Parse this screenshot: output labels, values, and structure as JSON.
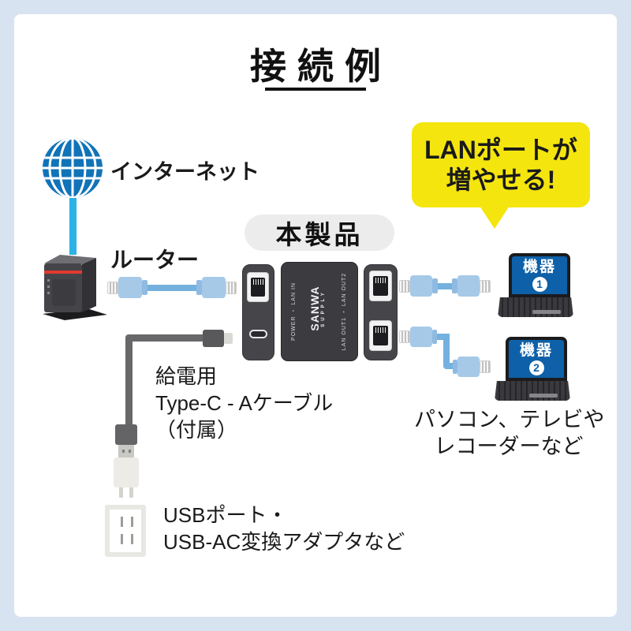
{
  "title": {
    "text": "接続例"
  },
  "internet": {
    "label": "インターネット"
  },
  "router": {
    "label": "ルーター"
  },
  "product": {
    "badge": "本製品"
  },
  "callout": {
    "line1": "LANポートが",
    "line2": "増やせる!"
  },
  "device_top": {
    "left_ports_label": "POWER ・ LAN IN",
    "logo_line1": "SANWA",
    "logo_line2": "SUPPLY",
    "right_ports_label": "LAN OUT1 ・ LAN OUT2"
  },
  "laptops": [
    {
      "label": "機器",
      "number": "1"
    },
    {
      "label": "機器",
      "number": "2"
    }
  ],
  "right_caption": {
    "line1": "パソコン、テレビや",
    "line2": "レコーダーなど"
  },
  "power_cable_caption": {
    "line1": "給電用",
    "line2": "Type-C - Aケーブル",
    "line3": "（付属）"
  },
  "outlet_caption": {
    "line1": "USBポート・",
    "line2": "USB-AC変換アダプタなど"
  },
  "colors": {
    "page_border": "#d7e3f1",
    "callout_yellow": "#f4e50e",
    "internet_cable_cyan": "#2bb3e6",
    "globe_blue": "#1173b8",
    "lan_cable_blue": "#a6c9e8",
    "laptop_screen_blue": "#0e60a8",
    "router_accent_red": "#e23a31",
    "device_dark": "#3b3b40"
  }
}
